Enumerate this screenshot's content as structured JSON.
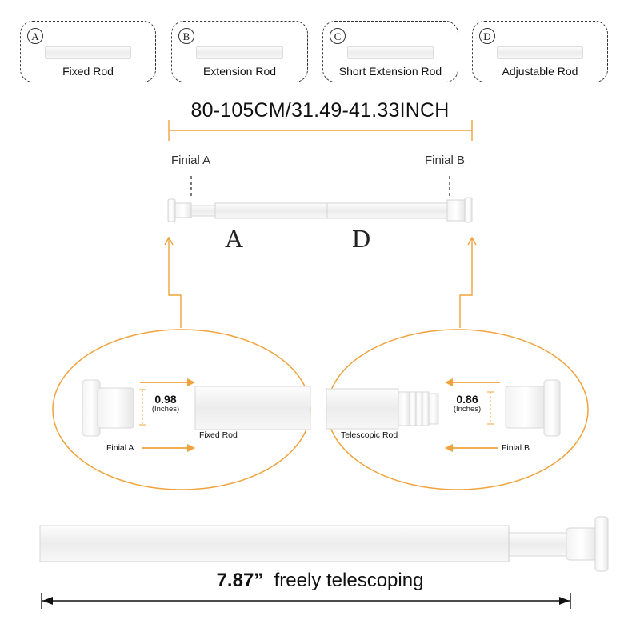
{
  "cards": [
    {
      "letter": "A",
      "label": "Fixed Rod"
    },
    {
      "letter": "B",
      "label": "Extension Rod"
    },
    {
      "letter": "C",
      "label": "Short Extension Rod"
    },
    {
      "letter": "D",
      "label": "Adjustable Rod"
    }
  ],
  "dimension_range": "80-105CM/31.49-41.33INCH",
  "finial_a_label": "Finial A",
  "finial_b_label": "Finial B",
  "rod_letter_a": "A",
  "rod_letter_d": "D",
  "detail_left": {
    "measure_value": "0.98",
    "measure_unit": "(Inches)",
    "rod_label": "Fixed Rod",
    "finial_label": "Finial A"
  },
  "detail_right": {
    "measure_value": "0.86",
    "measure_unit": "(Inches)",
    "rod_label": "Telescopic Rod",
    "finial_label": "Finial B"
  },
  "telescoping_value": "7.87”",
  "telescoping_text": "freely telescoping",
  "colors": {
    "accent": "#f0a33c",
    "dark": "#222222",
    "rod_edge": "#d4d4d4"
  }
}
